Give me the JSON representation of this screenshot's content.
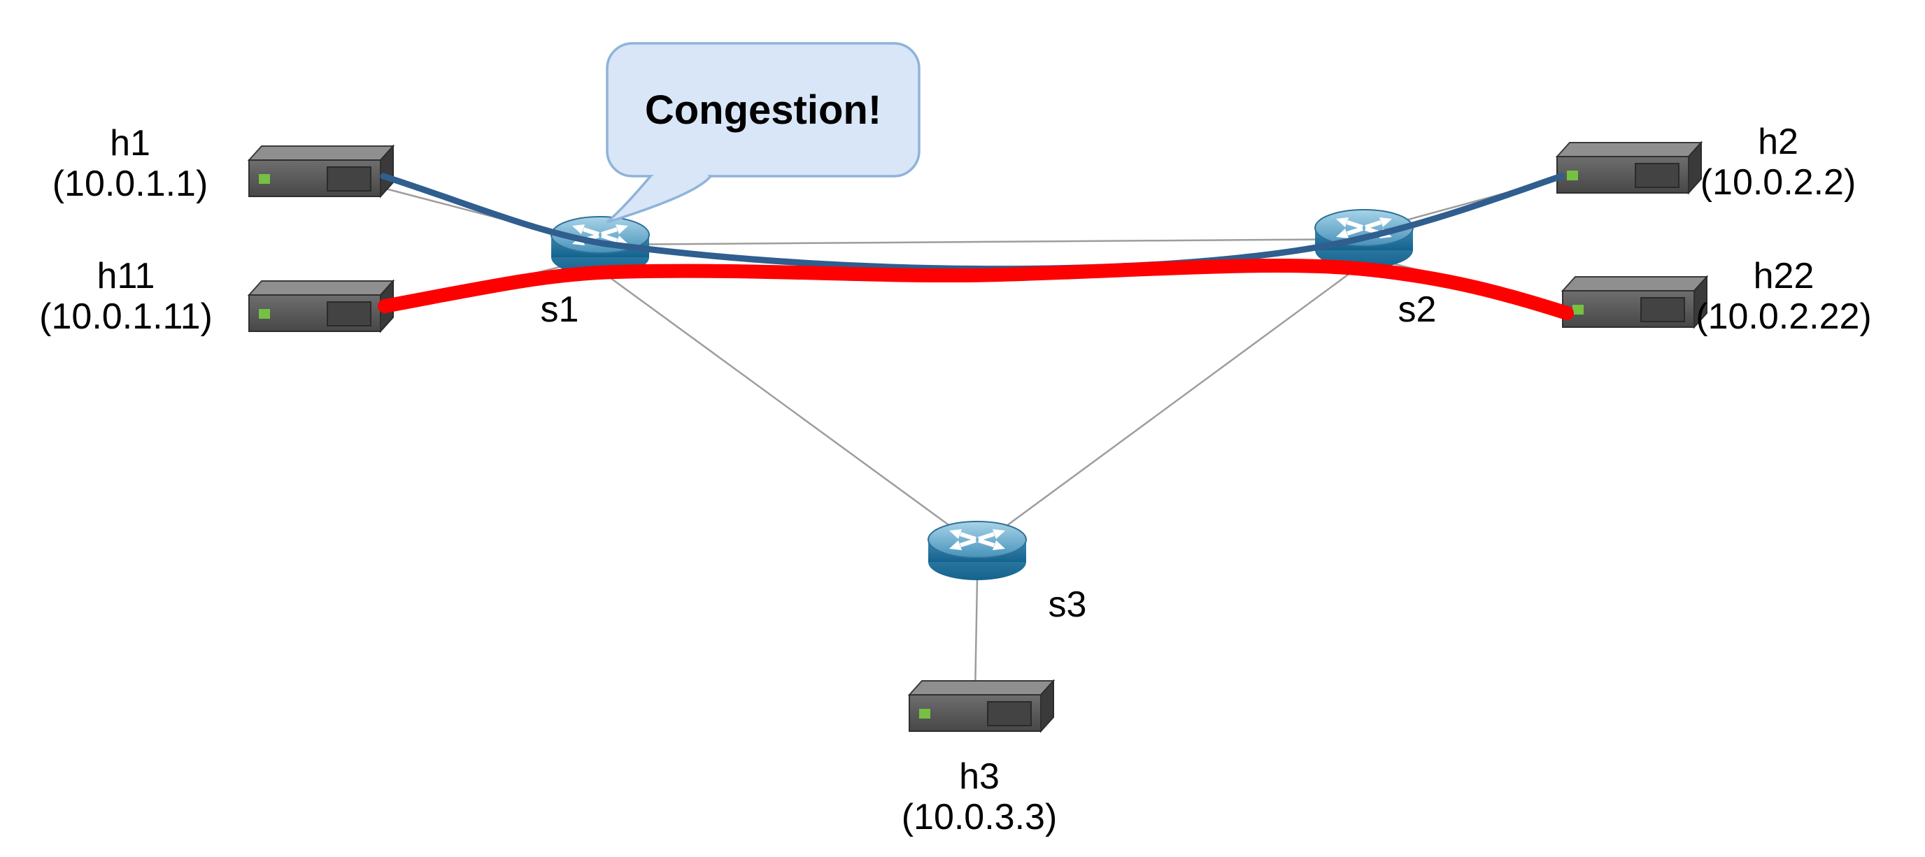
{
  "diagram": {
    "kind": "network-topology",
    "background": "#ffffff",
    "callout": {
      "text": "Congestion!",
      "text_color": "#e8262c",
      "fill": "#d9e6f7",
      "border": "#8fb3da",
      "points_to": "s1"
    },
    "nodes": {
      "hosts": [
        {
          "id": "h1",
          "label": "h1",
          "ip": "(10.0.1.1)"
        },
        {
          "id": "h11",
          "label": "h11",
          "ip": "(10.0.1.11)"
        },
        {
          "id": "h2",
          "label": "h2",
          "ip": "(10.0.2.2)"
        },
        {
          "id": "h22",
          "label": "h22",
          "ip": "(10.0.2.22)"
        },
        {
          "id": "h3",
          "label": "h3",
          "ip": "(10.0.3.3)"
        }
      ],
      "switches": [
        {
          "id": "s1",
          "label": "s1"
        },
        {
          "id": "s2",
          "label": "s2"
        },
        {
          "id": "s3",
          "label": "s3"
        }
      ]
    },
    "links": [
      {
        "from": "h1",
        "to": "s1"
      },
      {
        "from": "h11",
        "to": "s1"
      },
      {
        "from": "s1",
        "to": "s2"
      },
      {
        "from": "s1",
        "to": "s3"
      },
      {
        "from": "s2",
        "to": "s3"
      },
      {
        "from": "s2",
        "to": "h2"
      },
      {
        "from": "s2",
        "to": "h22"
      },
      {
        "from": "s3",
        "to": "h3"
      }
    ],
    "flows": [
      {
        "name": "blue-flow",
        "route": "h1-s1-s2-h2",
        "color": "#2f5e8f",
        "width": 9
      },
      {
        "name": "red-flow",
        "route": "h11-s1-s2-h22",
        "color": "#ff0000",
        "width": 20
      }
    ],
    "colors": {
      "link": "#9d9d9d",
      "label": "#000000",
      "router_blue": "#3c8ab1",
      "server_gray": "#575757"
    }
  }
}
